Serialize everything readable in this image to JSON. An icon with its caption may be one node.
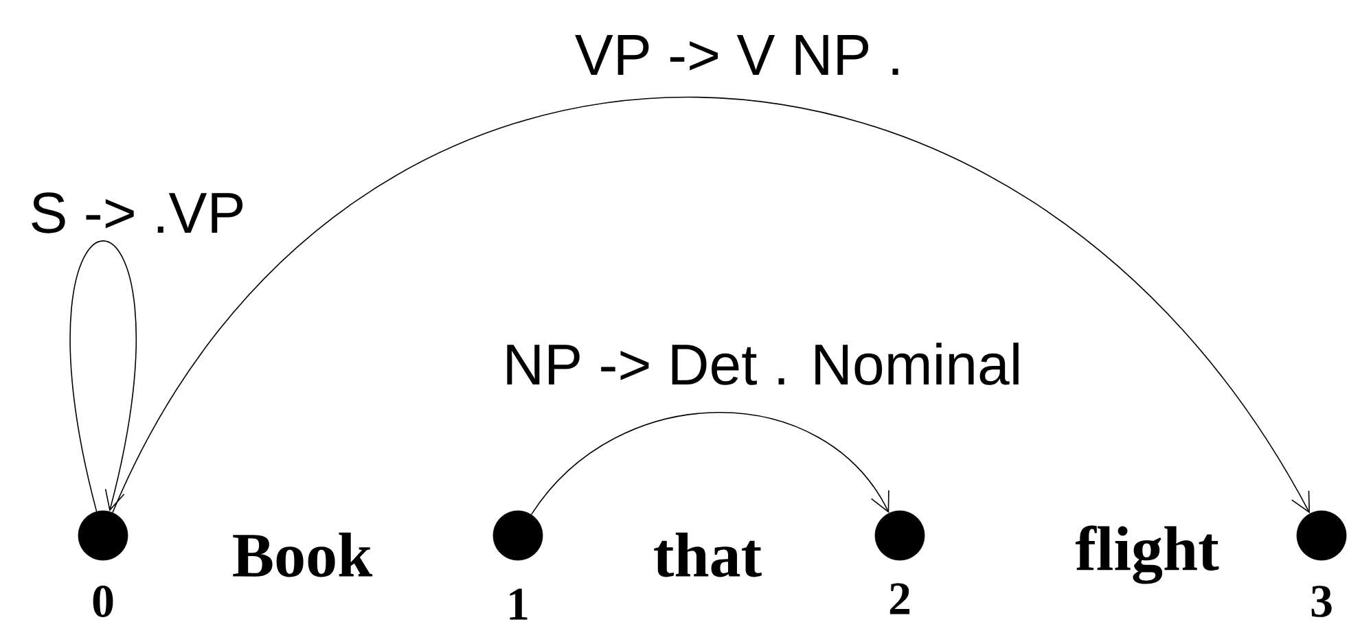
{
  "diagram": {
    "nodes": [
      {
        "text": [],
        "shape": "circle",
        "beside": [
          "0"
        ]
      },
      {
        "text": [],
        "shape": "circle",
        "beside": [
          "1"
        ]
      },
      {
        "text": [],
        "shape": "circle",
        "beside": [
          "2"
        ]
      },
      {
        "text": [],
        "shape": "circle",
        "beside": [
          "3"
        ]
      }
    ],
    "edges": [
      {
        "from": 0,
        "to": 0,
        "arrow": "to",
        "label": "S -> .VP"
      },
      {
        "from": 0,
        "to": 3,
        "arrow": "to",
        "label": "VP -> V NP ."
      },
      {
        "from": 1,
        "to": 2,
        "arrow": "to",
        "label": "NP -> Det . Nominal"
      }
    ],
    "labels": [
      "Book",
      "that",
      "flight"
    ]
  }
}
